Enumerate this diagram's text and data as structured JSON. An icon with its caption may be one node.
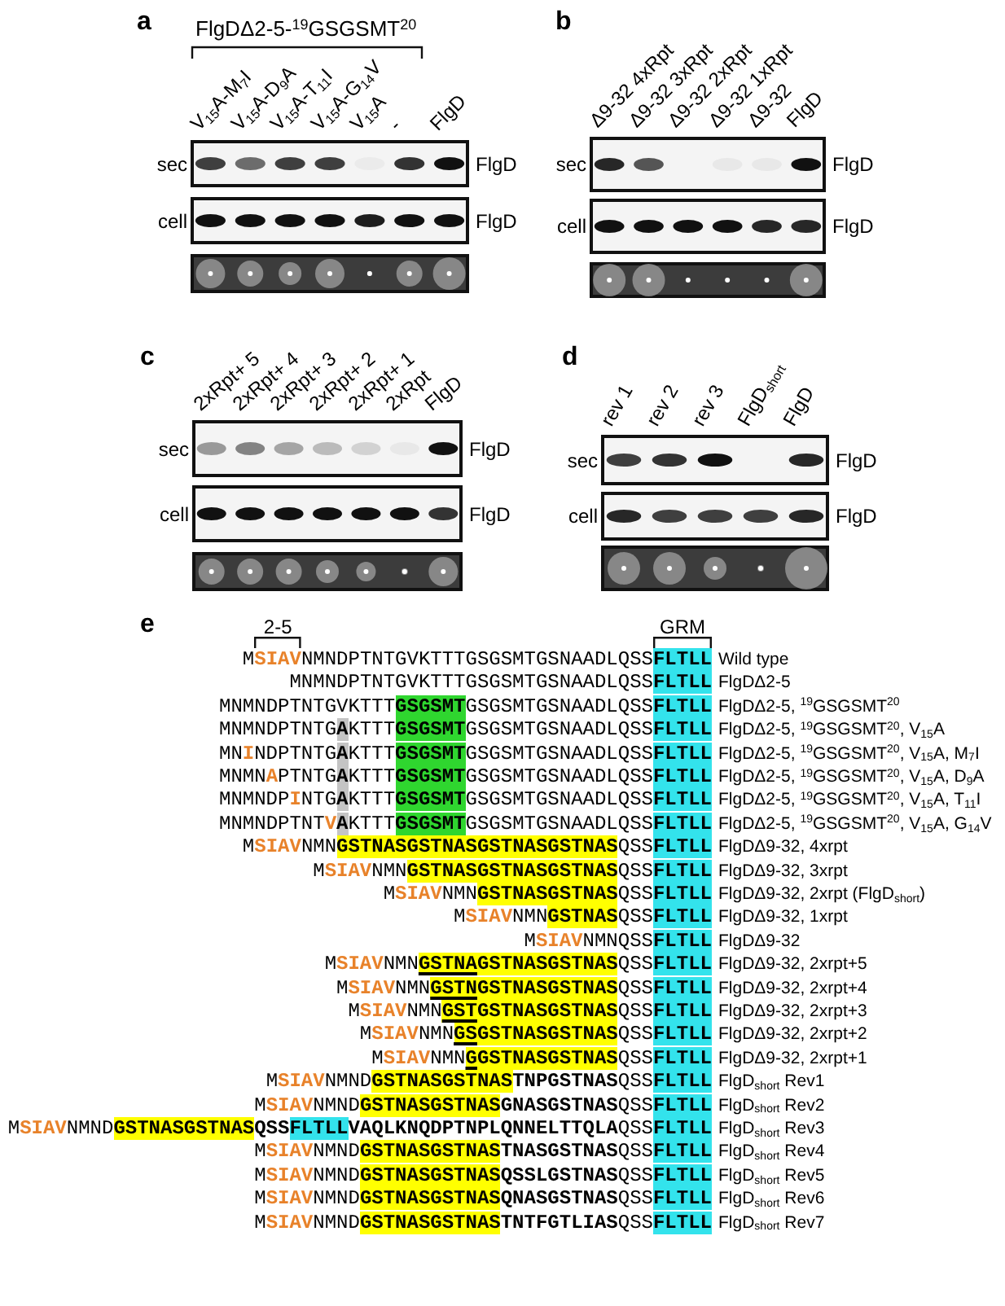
{
  "diagram": {
    "labels": [
      "a",
      "FlgDΔ2-5-$^{19}$GSGSMT$^{20}$",
      "V$_{15}$A-M$_{7}$I",
      "V$_{15}$A-D$_{9}$A",
      "V$_{15}$A-T$_{11}$I",
      "V$_{15}$A-G$_{14}$V",
      "V$_{15}$A",
      "-",
      "FlgD",
      "sec",
      "FlgD",
      "cell",
      "FlgD",
      "b",
      "Δ9-32 4xRpt",
      "Δ9-32 3xRpt",
      "Δ9-32 2xRpt",
      "Δ9-32 1xRpt",
      "Δ9-32",
      "FlgD",
      "sec",
      "FlgD",
      "cell",
      "FlgD",
      "c",
      "2xRpt+ 5",
      "2xRpt+ 4",
      "2xRpt+ 3",
      "2xRpt+ 2",
      "2xRpt+ 1",
      "2xRpt",
      "FlgD",
      "sec",
      "FlgD",
      "cell",
      "FlgD",
      "d",
      "rev 1",
      "rev 2",
      "rev 3",
      "FlgD$_{short}$",
      "FlgD",
      "sec",
      "FlgD",
      "cell",
      "FlgD",
      "e",
      "2-5",
      "GRM",
      "M**SIAV**NMNDPTNTGVKTTTGSGSMTGSNAADLQSS**FLTLL**",
      "Wild type",
      "MNMNDPTNTGVKTTTGSGSMTGSNAADLQSS**FLTLL**",
      "FlgDΔ2-5",
      "MNMNDPTNTGVKTTT**GSGSMT**GSGSMTGSNAADLQSS**FLTLL**",
      "FlgDΔ2-5, $^{19}$GSGSMT$^{20}$",
      "MNMNDPTNTG**A**KTTT**GSGSMT**GSGSMTGSNAADLQSS**FLTLL**",
      "FlgDΔ2-5, $^{19}$GSGSMT$^{20}$, V$_{15}$A",
      "MN**I**NDPTNTG**A**KTTT**GSGSMT**GSGSMTGSNAADLQSS**FLTLL**",
      "FlgDΔ2-5, $^{19}$GSGSMT$^{20}$, V$_{15}$A, M$_{7}$I",
      "MNMN**A**PTNTG**A**KTTT**GSGSMT**GSGSMTGSNAADLQSS**FLTLL**",
      "FlgDΔ2-5, $^{19}$GSGSMT$^{20}$, V$_{15}$A, D$_{9}$A",
      "MNMNDP**I**NTG**A**KTTT**GSGSMT**GSGSMTGSNAADLQSS**FLTLL**",
      "FlgDΔ2-5, $^{19}$GSGSMT$^{20}$, V$_{15}$A, T$_{11}$I",
      "MNMNDPTNT**VA**KTTT**GSGSMT**GSGSMTGSNAADLQSS**FLTLL**",
      "FlgDΔ2-5, $^{19}$GSGSMT$^{20}$, V$_{15}$A, G$_{14}$V",
      "M**SIAV**NMN**GSTNASGSTNASGSTNASGSTNAS**QSS**FLTLL**",
      "FlgDΔ9-32, 4xrpt",
      "M**SIAV**NMN**GSTNASGSTNASGSTNAS**QSS**FLTLL**",
      "FlgDΔ9-32, 3xrpt",
      "M**SIAV**NMN**GSTNASGSTNAS**QSS**FLTLL**",
      "FlgDΔ9-32, 2xrpt (FlgD$_{short}$)",
      "M**SIAV**NMN**GSTNAS**QSS**FLTLL**",
      "FlgDΔ9-32, 1xrpt",
      "M**SIAV**NMNQSS**FLTLL**",
      "FlgDΔ9-32",
      "M**SIAV**NMN**GSTNAGSTNASGSTNAS**QSS**FLTLL**",
      "FlgDΔ9-32, 2xrpt+5",
      "M**SIAV**NMN**GSTNGSTNASGSTNAS**QSS**FLTLL**",
      "FlgDΔ9-32, 2xrpt+4",
      "M**SIAV**NMN**GSTGSTNASGSTNAS**QSS**FLTLL**",
      "FlgDΔ9-32, 2xrpt+3",
      "M**SIAV**NMN**GSGSTNASGSTNAS**QSS**FLTLL**",
      "FlgDΔ9-32, 2xrpt+2",
      "M**SIAV**NMN**GGSTNASGSTNAS**QSS**FLTLL**",
      "FlgDΔ9-32, 2xrpt+1",
      "M**SIAV**NMND**GSTNASGSTNASTNPGSTNAS**QSS**FLTLL**",
      "FlgD$_{short}$ Rev1",
      "M**SIAV**NMND**GSTNASGSTNASGNASGSTNAS**QSS**FLTLL**",
      "FlgD$_{short}$ Rev2",
      "M**SIAV**NMND**GSTNASGSTNASQSSFLTLLVAQLKNQDPTNPLQNNELTTQLA**QSS**FLTLL**",
      "FlgD$_{short}$ Rev3",
      "M**SIAV**NMND**GSTNASGSTNASTNASGSTNAS**QSS**FLTLL**",
      "FlgD$_{short}$ Rev4",
      "M**SIAV**NMND**GSTNASGSTNASQSSLGSTNAS**QSS**FLTLL**",
      "FlgD$_{short}$ Rev5",
      "M**SIAV**NMND**GSTNASGSTNASQNASGSTNAS**QSS**FLTLL**",
      "FlgD$_{short}$ Rev6",
      "M**SIAV**NMND**GSTNASGSTNASTNTFGTLIAS**QSS**FLTLL**",
      "FlgD$_{short}$ Rev7"
    ]
  }
}
